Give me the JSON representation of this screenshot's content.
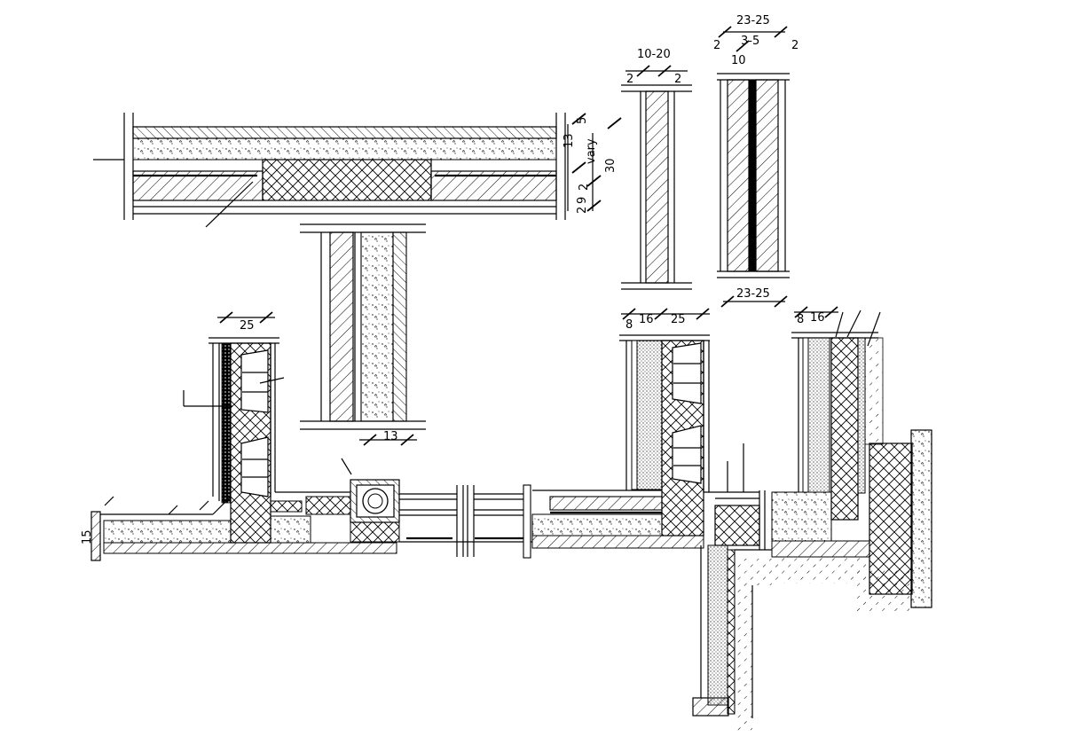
{
  "dims": {
    "wall_a_total": "10-20",
    "wall_a_left": "2",
    "wall_a_right": "2",
    "wall_b_top": "23-25",
    "wall_b_left": "2",
    "wall_b_mid": "3-5",
    "wall_b_right": "2",
    "wall_b_core": "10",
    "wall_b_bottom": "23-25",
    "roof_top": "13",
    "roof_s1": "5",
    "roof_vary": "vary",
    "roof_total": "30",
    "roof_b1": "2",
    "roof_b2": "9",
    "roof_b3": "2",
    "center_wall_bottom": "13",
    "left_wall_top": "25",
    "mid_wall_a": "8",
    "mid_wall_b": "16",
    "mid_wall_c": "25",
    "right_wall_a": "8",
    "right_wall_b": "16",
    "side_step": "15"
  },
  "colors": {
    "line": "#000000",
    "background": "#ffffff"
  }
}
